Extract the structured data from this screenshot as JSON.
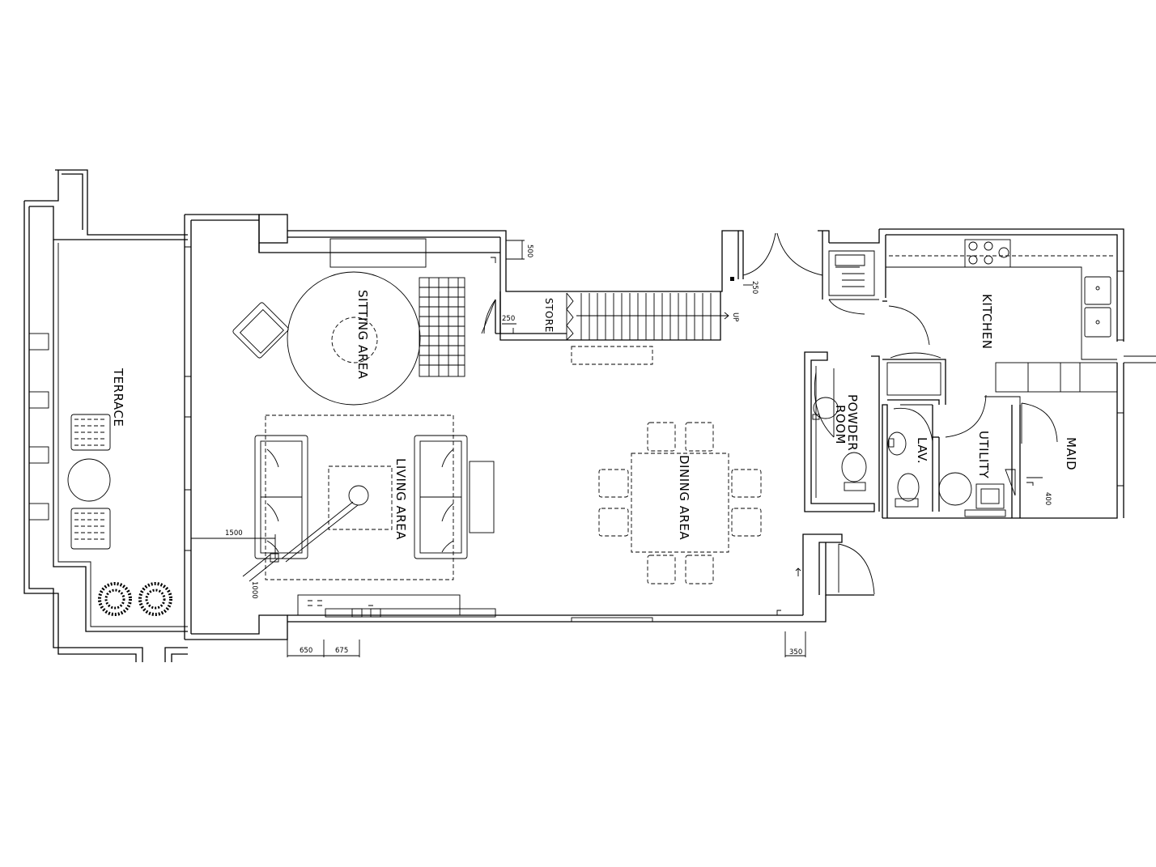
{
  "rooms": {
    "terrace": "TERRACE",
    "sitting_area": "SITTING AREA",
    "living_area": "LIVING AREA",
    "dining_area": "DINING AREA",
    "store": "STORE",
    "kitchen": "KITCHEN",
    "powder_room": "POWDER",
    "powder_room_line2": "ROOM",
    "lav": "LAV.",
    "utility": "UTILITY",
    "maid": "MAID"
  },
  "stair_label": "UP",
  "dimensions": {
    "d500": "500",
    "d250_store": "250",
    "d250_entry": "250",
    "d1500": "1500",
    "d1000": "1000",
    "d650": "650",
    "d675": "675",
    "d350": "350",
    "d400": "400"
  }
}
